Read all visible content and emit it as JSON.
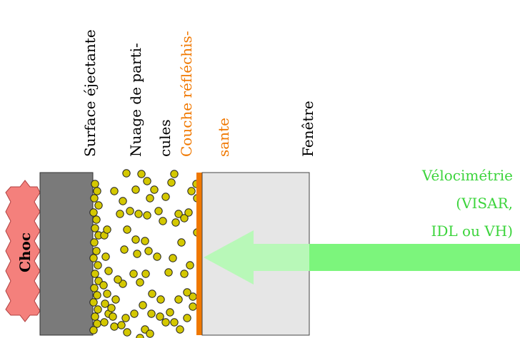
{
  "labels": {
    "surface": "Surface éjectante",
    "nuage_line1": "Nuage de parti-",
    "nuage_line2": "cules",
    "couche_line1": "Couche réfléchis-",
    "couche_line2": "sante",
    "fenetre": "Fenêtre",
    "choc": "Choc",
    "velo_line1": "Vélocimétrie",
    "velo_line2": "(VISAR,",
    "velo_line3": "IDL ou VH)"
  },
  "colors": {
    "choc_fill": "#f4807c",
    "surface_fill": "#7a7a7a",
    "particle_fill": "#d4c800",
    "couche_line": "#f07800",
    "fenetre_fill": "#e6e6e6",
    "beam": "#7cf57c",
    "beam_light": "#b8f8b8",
    "velo_text": "#3cd43c"
  }
}
